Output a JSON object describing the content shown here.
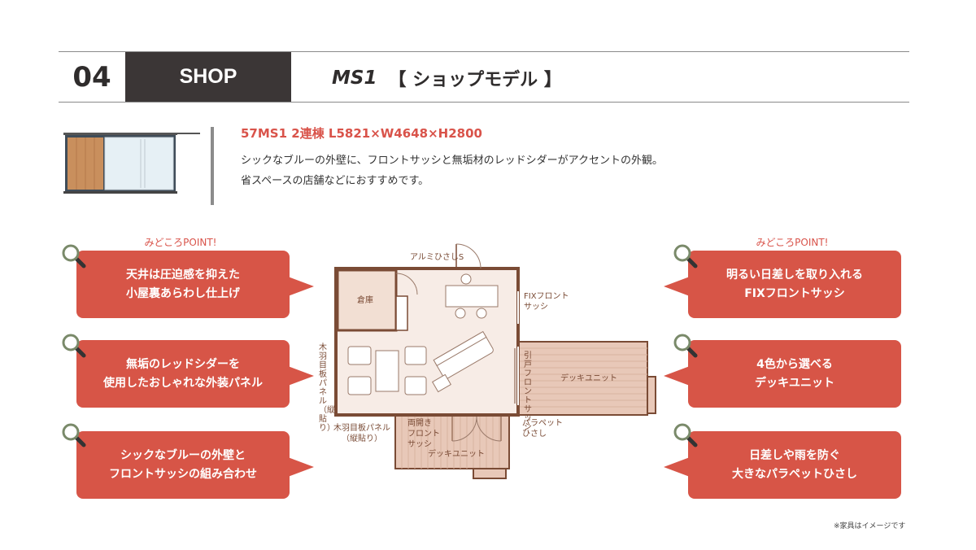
{
  "header": {
    "number": "04",
    "category": "SHOP",
    "model": "MS1",
    "title": "【 ショップモデル 】"
  },
  "product": {
    "spec": "57MS1 2連棟 L5821×W4648×H2800",
    "desc_line1": "シックなブルーの外壁に、フロントサッシと無垢材のレッドシダーがアクセントの外観。",
    "desc_line2": "省スペースの店舗などにおすすめです。"
  },
  "points": {
    "left_label": "みどころPOINT!",
    "right_label": "みどころPOINT!",
    "left": [
      {
        "line1": "天井は圧迫感を抑えた",
        "line2": "小屋裏あらわし仕上げ"
      },
      {
        "line1": "無垢のレッドシダーを",
        "line2": "使用したおしゃれな外装パネル"
      },
      {
        "line1": "シックなブルーの外壁と",
        "line2": "フロントサッシの組み合わせ"
      }
    ],
    "right": [
      {
        "line1": "明るい日差しを取り入れる",
        "line2": "FIXフロントサッシ"
      },
      {
        "line1": "4色から選べる",
        "line2": "デッキユニット"
      },
      {
        "line1": "日差しや雨を防ぐ",
        "line2": "大きなパラペットひさし"
      }
    ]
  },
  "plan": {
    "awning": "アルミひさしS",
    "storage": "倉庫",
    "fix_sash": "FIXフロント\nサッシ",
    "wood_panel_v": "木羽目板パネル（縦貼り）",
    "wood_panel_h": "木羽目板パネル\n（縦貼り）",
    "sliding_sash": "引戸\nフロント\nサッシ",
    "deck_right": "デッキユニット",
    "double_sash": "両開き\nフロント\nサッシ",
    "deck_bottom": "デッキユニット",
    "parapet": "パラペット\nひさし"
  },
  "note": "※家具はイメージです",
  "colors": {
    "accent": "#d75547",
    "header_dark": "#3b3636",
    "wall": "#7a4b35",
    "floor": "#f7ece6",
    "deck": "#e8c8b8"
  }
}
